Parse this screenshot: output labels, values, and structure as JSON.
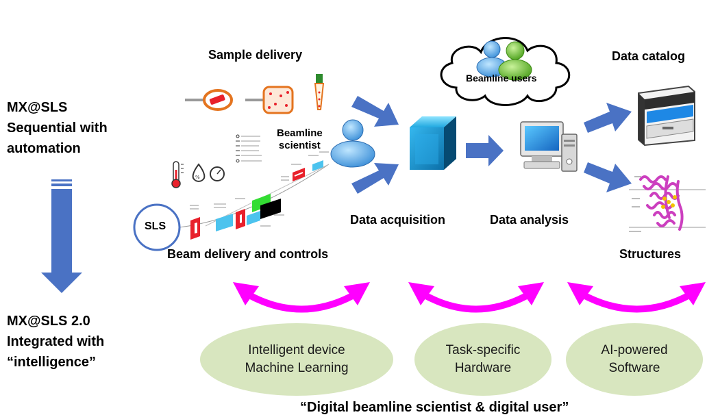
{
  "left": {
    "top_title": "MX@SLS",
    "top_line2": "Sequential with",
    "top_line3": "automation",
    "bottom_title": "MX@SLS 2.0",
    "bottom_line2": "Integrated with",
    "bottom_line3": "“intelligence”"
  },
  "labels": {
    "sample_delivery": "Sample delivery",
    "beamline_scientist_1": "Beamline",
    "beamline_scientist_2": "scientist",
    "beamline_users": "Beamline users",
    "data_catalog": "Data catalog",
    "data_acquisition": "Data acquisition",
    "data_analysis": "Data analysis",
    "structures": "Structures",
    "beam_delivery": "Beam delivery and controls",
    "sls": "SLS"
  },
  "ellipses": [
    {
      "line1": "Intelligent device",
      "line2": "Machine Learning"
    },
    {
      "line1": "Task-specific",
      "line2": "Hardware"
    },
    {
      "line1": "AI-powered",
      "line2": "Software"
    }
  ],
  "caption": "“Digital beamline scientist & digital user”",
  "colors": {
    "arrow_blue": "#4a72c4",
    "magenta": "#ff00ff",
    "ellipse_green": "#d8e6bf",
    "slit_red": "#e8212b",
    "mirror_cyan": "#4cc3ee"
  }
}
